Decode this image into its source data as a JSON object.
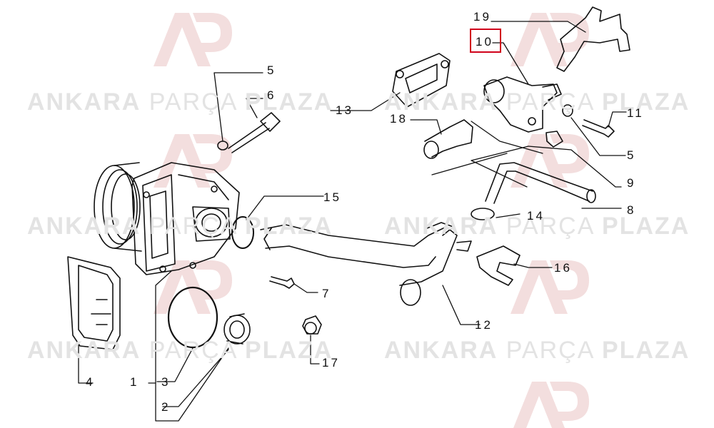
{
  "watermark": {
    "brand_bold_1": "ANKARA",
    "brand_thin": "PARÇA",
    "brand_bold_2": "PLAZA",
    "logo_color": "#f2d9d9"
  },
  "callouts": [
    {
      "id": "c1",
      "label": "1"
    },
    {
      "id": "c2",
      "label": "2"
    },
    {
      "id": "c3",
      "label": "3"
    },
    {
      "id": "c4",
      "label": "4"
    },
    {
      "id": "c5a",
      "label": "5"
    },
    {
      "id": "c5b",
      "label": "5"
    },
    {
      "id": "c6",
      "label": "6"
    },
    {
      "id": "c7",
      "label": "7"
    },
    {
      "id": "c8",
      "label": "8"
    },
    {
      "id": "c9",
      "label": "9"
    },
    {
      "id": "c10",
      "label": "10",
      "highlighted": true
    },
    {
      "id": "c11",
      "label": "11"
    },
    {
      "id": "c12",
      "label": "12"
    },
    {
      "id": "c13",
      "label": "13"
    },
    {
      "id": "c14",
      "label": "14"
    },
    {
      "id": "c15",
      "label": "15"
    },
    {
      "id": "c16",
      "label": "16"
    },
    {
      "id": "c17",
      "label": "17"
    },
    {
      "id": "c18",
      "label": "18"
    },
    {
      "id": "c19",
      "label": "19"
    }
  ],
  "colors": {
    "line": "#111111",
    "highlight": "#d0021b",
    "watermark_text": "#e3e3e3"
  }
}
